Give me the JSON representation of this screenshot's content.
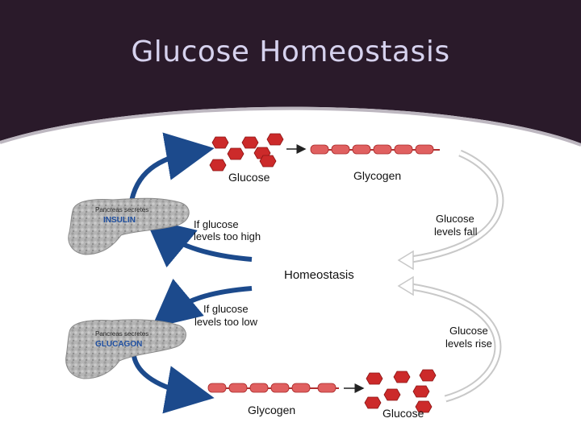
{
  "slide": {
    "title": "Glucose Homeostasis"
  },
  "diagram": {
    "top_glucose_label": "Glucose",
    "top_glycogen_label": "Glycogen",
    "pancreas_top_caption": "Pancreas secretes",
    "pancreas_top_hormone": "INSULIN",
    "high_text_line1": "If glucose",
    "high_text_line2": "levels too high",
    "fall_text_line1": "Glucose",
    "fall_text_line2": "levels fall",
    "center_label": "Homeostasis",
    "low_text_line1": "If glucose",
    "low_text_line2": "levels too low",
    "pancreas_bottom_caption": "Pancreas secretes",
    "pancreas_bottom_hormone": "GLUCAGON",
    "rise_text_line1": "Glucose",
    "rise_text_line2": "levels rise",
    "bottom_glycogen_label": "Glycogen",
    "bottom_glucose_label": "Glucose"
  },
  "colors": {
    "header_bg": "#2a1a2a",
    "title_text": "#d6d2ee",
    "hexagon_fill": "#cc2a2a",
    "glycogen_bead": "#e06060",
    "arrow_blue": "#1c4a8c",
    "arrow_outline": "#c8c8c8",
    "insulin_text": "#1f4fa0"
  }
}
